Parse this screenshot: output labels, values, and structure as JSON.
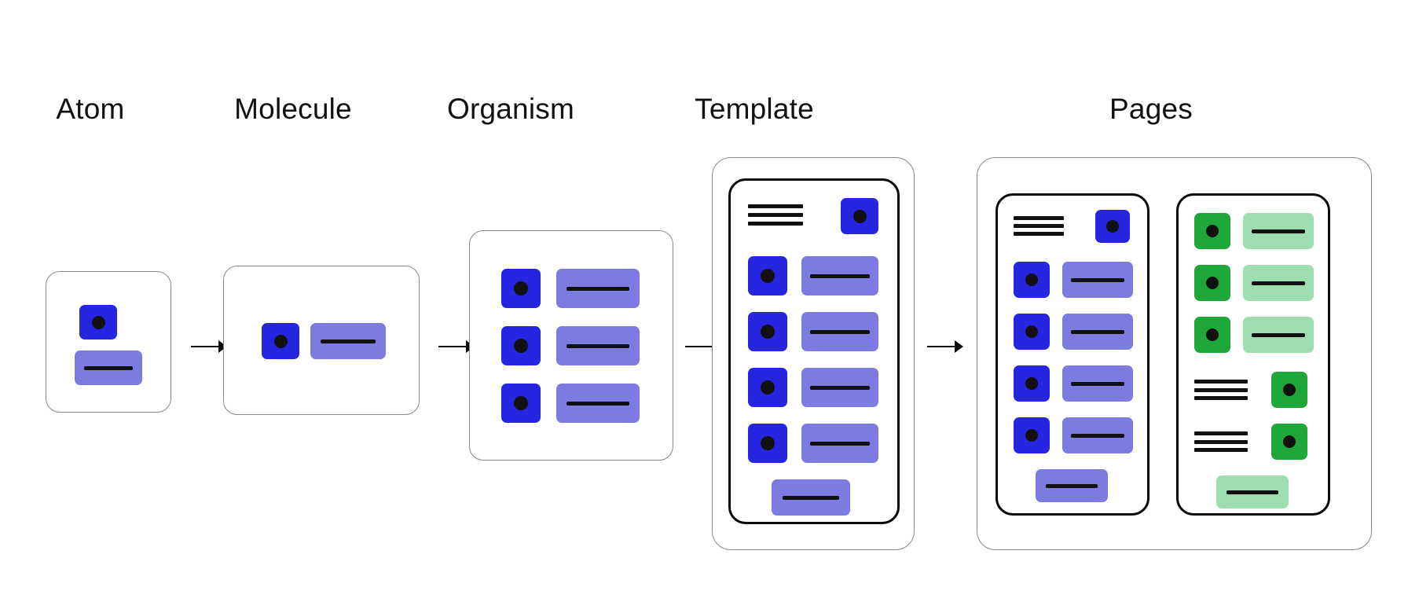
{
  "diagram": {
    "title": "Atomic Design hierarchy",
    "background": "#ffffff"
  },
  "colors": {
    "primary_blue": "#2626E0",
    "light_blue": "#7B7BE0",
    "primary_green": "#1EA83C",
    "light_green": "#9EDDAF",
    "ink": "#111111",
    "card_border_gray": "#888888",
    "card_border_black": "#0a0a0a",
    "background": "#ffffff"
  },
  "stages": [
    {
      "id": "atom",
      "label": "Atom"
    },
    {
      "id": "molecule",
      "label": "Molecule"
    },
    {
      "id": "organism",
      "label": "Organism"
    },
    {
      "id": "template",
      "label": "Template"
    },
    {
      "id": "pages",
      "label": "Pages"
    }
  ],
  "arrows": [
    {
      "id": "arrow-atom-to-molecule",
      "glyph": "arrow-right-icon"
    },
    {
      "id": "arrow-molecule-to-organism",
      "glyph": "arrow-right-icon"
    },
    {
      "id": "arrow-organism-to-template",
      "glyph": "arrow-right-icon"
    },
    {
      "id": "arrow-template-to-pages",
      "glyph": "arrow-right-icon"
    }
  ],
  "atom": {
    "card": "atom-card",
    "elements": [
      {
        "type": "icon-box",
        "name": "atom-icon-swatch",
        "color": "#2626E0"
      },
      {
        "type": "bar-box",
        "name": "atom-bar-swatch",
        "color": "#7B7BE0"
      }
    ]
  },
  "molecule": {
    "card": "molecule-card",
    "elements": [
      {
        "type": "icon-box",
        "name": "molecule-icon",
        "color": "#2626E0"
      },
      {
        "type": "bar-box",
        "name": "molecule-bar",
        "color": "#7B7BE0"
      }
    ]
  },
  "organism": {
    "card": "organism-card",
    "rows": [
      {
        "name": "organism-row-1",
        "icon_color": "#2626E0",
        "bar_color": "#7B7BE0"
      },
      {
        "name": "organism-row-2",
        "icon_color": "#2626E0",
        "bar_color": "#7B7BE0"
      },
      {
        "name": "organism-row-3",
        "icon_color": "#2626E0",
        "bar_color": "#7B7BE0"
      }
    ]
  },
  "template": {
    "outer_card": "template-outer-frame",
    "inner_card": "template-device-screen",
    "header": {
      "menu": {
        "name": "template-hamburger-icon",
        "lines": 3
      },
      "icon": {
        "name": "template-header-icon",
        "color": "#2626E0"
      }
    },
    "rows": [
      {
        "name": "template-row-1",
        "icon_color": "#2626E0",
        "bar_color": "#7B7BE0"
      },
      {
        "name": "template-row-2",
        "icon_color": "#2626E0",
        "bar_color": "#7B7BE0"
      },
      {
        "name": "template-row-3",
        "icon_color": "#2626E0",
        "bar_color": "#7B7BE0"
      },
      {
        "name": "template-row-4",
        "icon_color": "#2626E0",
        "bar_color": "#7B7BE0"
      }
    ],
    "footer_button": {
      "name": "template-cta-button",
      "color": "#7B7BE0"
    }
  },
  "pages": {
    "outer_card": "pages-outer-frame",
    "page_blue": {
      "card": "page-blue-screen",
      "header": {
        "menu": {
          "name": "page-blue-hamburger-icon",
          "lines": 3
        },
        "icon": {
          "name": "page-blue-header-icon",
          "color": "#2626E0"
        }
      },
      "rows": [
        {
          "name": "page-blue-row-1",
          "icon_color": "#2626E0",
          "bar_color": "#7B7BE0"
        },
        {
          "name": "page-blue-row-2",
          "icon_color": "#2626E0",
          "bar_color": "#7B7BE0"
        },
        {
          "name": "page-blue-row-3",
          "icon_color": "#2626E0",
          "bar_color": "#7B7BE0"
        },
        {
          "name": "page-blue-row-4",
          "icon_color": "#2626E0",
          "bar_color": "#7B7BE0"
        }
      ],
      "footer_button": {
        "name": "page-blue-cta-button",
        "color": "#7B7BE0"
      }
    },
    "page_green": {
      "card": "page-green-screen",
      "rows": [
        {
          "name": "page-green-row-1",
          "icon_color": "#1EA83C",
          "bar_color": "#9EDDAF"
        },
        {
          "name": "page-green-row-2",
          "icon_color": "#1EA83C",
          "bar_color": "#9EDDAF"
        },
        {
          "name": "page-green-row-3",
          "icon_color": "#1EA83C",
          "bar_color": "#9EDDAF"
        }
      ],
      "list_rows": [
        {
          "name": "page-green-list-1",
          "menu": "page-green-hamburger-icon-1",
          "lines": 3,
          "icon_color": "#1EA83C"
        },
        {
          "name": "page-green-list-2",
          "menu": "page-green-hamburger-icon-2",
          "lines": 3,
          "icon_color": "#1EA83C"
        }
      ],
      "footer_button": {
        "name": "page-green-cta-button",
        "color": "#9EDDAF"
      }
    }
  }
}
